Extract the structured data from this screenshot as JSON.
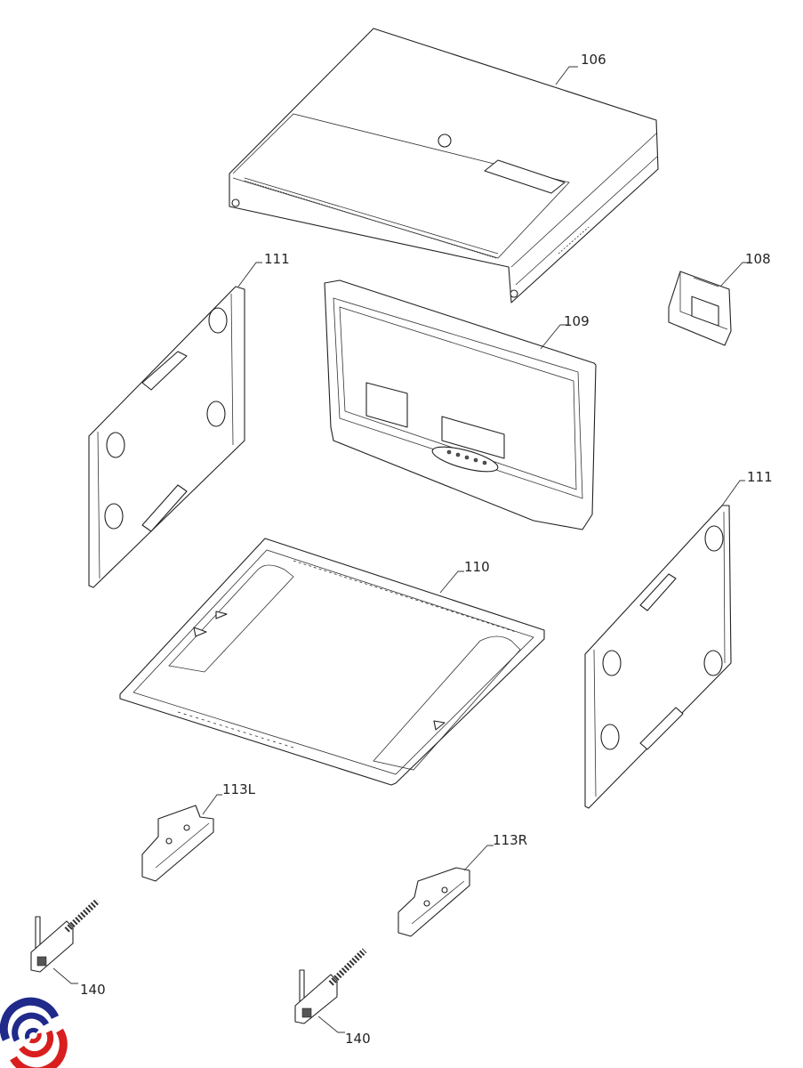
{
  "diagram": {
    "parts": [
      {
        "id": "top-cover",
        "label": "106"
      },
      {
        "id": "side-panel-left",
        "label": "111"
      },
      {
        "id": "bracket",
        "label": "108"
      },
      {
        "id": "front-frame",
        "label": "109"
      },
      {
        "id": "base-tray",
        "label": "110"
      },
      {
        "id": "side-panel-right",
        "label": "111"
      },
      {
        "id": "runner-left",
        "label": "113L"
      },
      {
        "id": "runner-right",
        "label": "113R"
      },
      {
        "id": "hinge-left",
        "label": "140"
      },
      {
        "id": "hinge-right",
        "label": "140"
      }
    ],
    "logo": {
      "colors": {
        "blue": "#1f2a8a",
        "red": "#d81e1e"
      }
    }
  }
}
